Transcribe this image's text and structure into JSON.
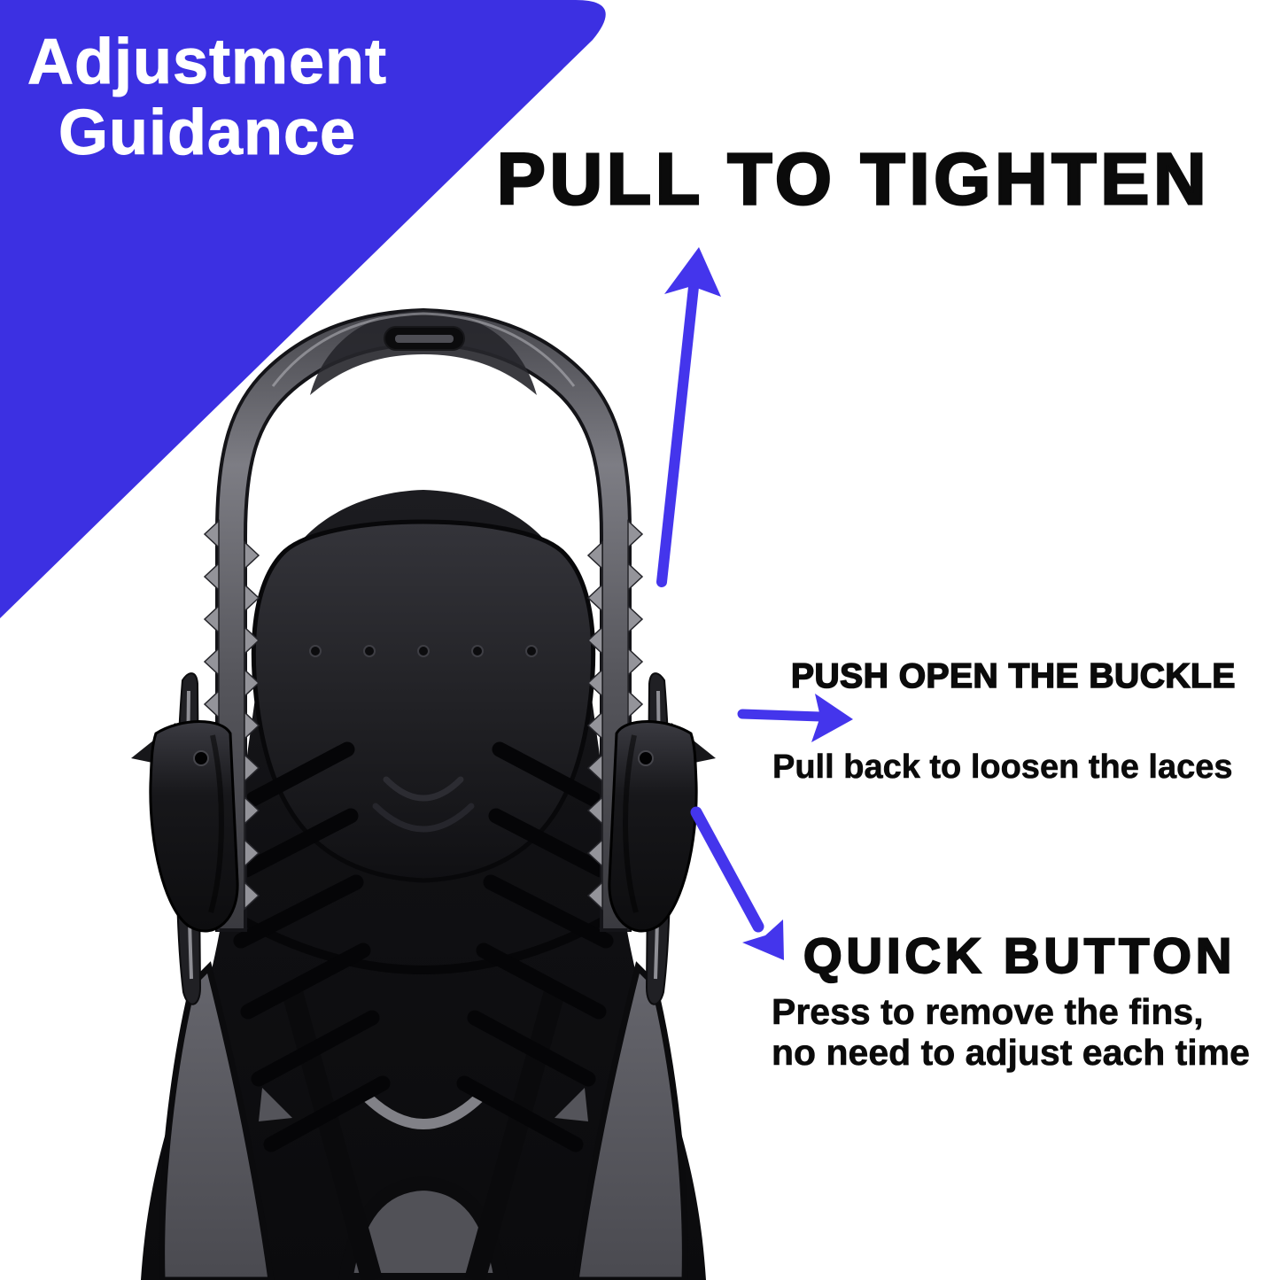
{
  "banner": {
    "line1": "Adjustment",
    "line2": "Guidance"
  },
  "annotations": {
    "pull_to_tighten": {
      "title": "PULL TO TIGHTEN"
    },
    "push_open_buckle": {
      "title": "PUSH OPEN THE BUCKLE",
      "description": "Pull back to loosen the laces"
    },
    "quick_button": {
      "title": "QUICK BUTTON",
      "description_line1": "Press to remove the fins,",
      "description_line2": "no need to adjust each time"
    }
  },
  "colors": {
    "background": "#ffffff",
    "banner_blue": "#3c30e2",
    "banner_text": "#ffffff",
    "arrow_blue": "#4435ec",
    "text_black": "#0b0b0b",
    "fin_black": "#121215",
    "fin_blade_gray": "#58585e",
    "strap_gray": "#55555b",
    "teeth_gray": "#94949a"
  },
  "icons": {
    "up_arrow": "arrow-up-icon",
    "right_arrow": "arrow-right-icon",
    "down_right_arrow": "arrow-down-right-icon"
  },
  "illustration": {
    "name": "swim-fin-rear-view"
  }
}
